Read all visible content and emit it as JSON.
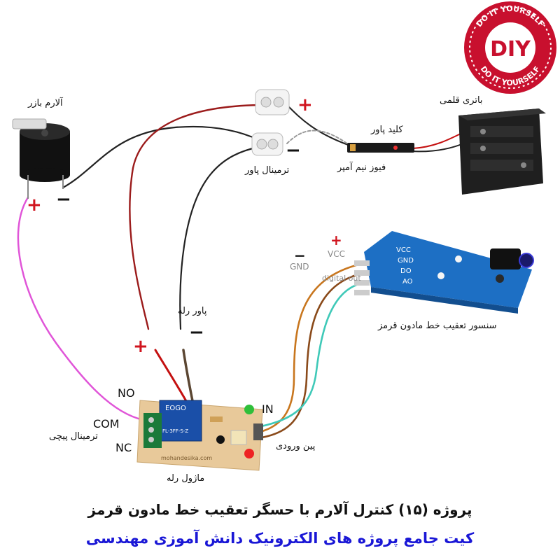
{
  "logo": {
    "badge": "DIY",
    "ring_text": "DO IT YOURSELF"
  },
  "labels": {
    "buzzer": "آلارم بازر",
    "battery": "باتری قلمی",
    "power_switch": "کلید پاور",
    "fuse": "فیوز نیم آمپر",
    "power_terminal": "ترمینال پاور",
    "sensor": "سنسور تعقیب خط مادون قرمز",
    "relay_power": "پاور رله",
    "screw_terminal": "ترمینال پیچی",
    "relay_module": "ماژول رله",
    "input_pins": "پین ورودی",
    "vcc": "VCC",
    "gnd": "GND",
    "digital_out": "digital out"
  },
  "relay_pins": {
    "no": "NO",
    "com": "COM",
    "nc": "NC",
    "in": "IN"
  },
  "sensor_pins": [
    "VCC",
    "GND",
    "DO",
    "AO"
  ],
  "board_marks": {
    "relay_brand": "EOGO",
    "relay_model": "FL-3FF-S-Z",
    "pcb_url": "mohandesika.com"
  },
  "signs": {
    "plus": "+",
    "minus": "−"
  },
  "title": {
    "line1": "پروژه (۱۵) کنترل آلارم با حسگر تعقیب خط مادون قرمز",
    "line2": "کیت جامع پروژه های الکترونیک دانش آموزی مهندسی"
  },
  "colors": {
    "plus_sign": "#d0141e",
    "line2": "#1a17d6",
    "logo_red": "#c8102e",
    "sensor_board": "#1d6fc4",
    "relay_board": "#e8c99a"
  }
}
